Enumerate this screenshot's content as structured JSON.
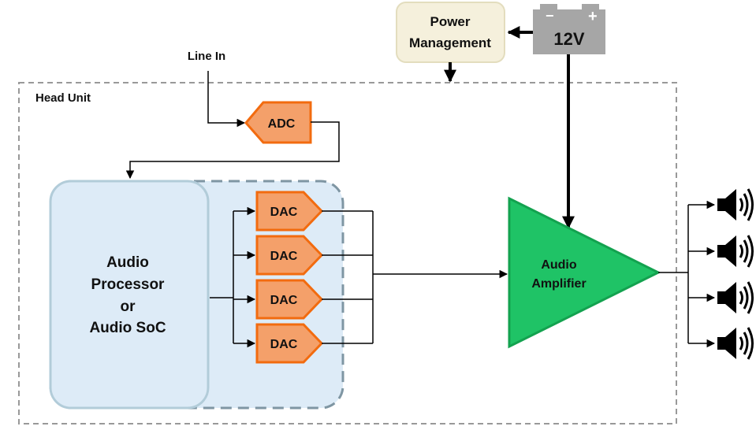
{
  "head_unit": {
    "label": "Head Unit"
  },
  "power_management": {
    "line1": "Power",
    "line2": "Management"
  },
  "battery": {
    "label": "12V",
    "minus": "−",
    "plus": "+"
  },
  "line_in": {
    "label": "Line In"
  },
  "adc": {
    "label": "ADC"
  },
  "processor": {
    "line1": "Audio",
    "line2": "Processor",
    "line3": "or",
    "line4": "Audio SoC"
  },
  "dacs": [
    {
      "label": "DAC"
    },
    {
      "label": "DAC"
    },
    {
      "label": "DAC"
    },
    {
      "label": "DAC"
    }
  ],
  "amplifier": {
    "line1": "Audio",
    "line2": "Amplifier"
  },
  "speakers": [
    {
      "icon": "speaker-icon"
    },
    {
      "icon": "speaker-icon"
    },
    {
      "icon": "speaker-icon"
    },
    {
      "icon": "speaker-icon"
    }
  ],
  "colors": {
    "dac_fill": "#F4A06A",
    "dac_stroke": "#F26B0F",
    "amp_fill": "#1FC366",
    "amp_stroke": "#13A24F",
    "processor_fill": "#DDEBF7",
    "processor_stroke": "#B2CCD9",
    "power_fill": "#F5F0DC",
    "battery_fill": "#A6A6A6"
  }
}
